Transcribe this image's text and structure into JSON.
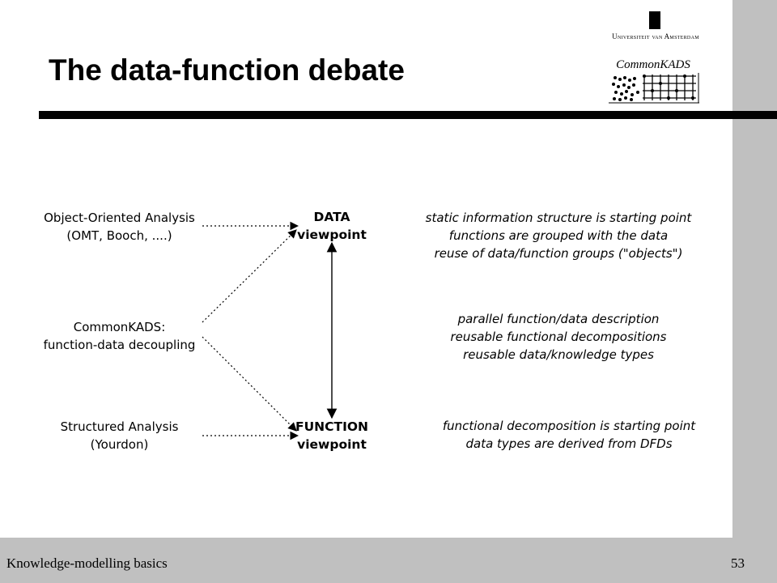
{
  "slide": {
    "title": "The data-function debate",
    "logos": {
      "university": "Universiteit van Amsterdam",
      "commonkads": "CommonKADS"
    }
  },
  "diagram": {
    "sources": {
      "ooa": [
        "Object-Oriented Analysis",
        "(OMT, Booch, ....)"
      ],
      "commonkads": [
        "CommonKADS:",
        "function-data decoupling"
      ],
      "sa": [
        "Structured Analysis",
        "(Yourdon)"
      ]
    },
    "viewpoints": {
      "data": [
        "DATA",
        "viewpoint"
      ],
      "function": [
        "FUNCTION",
        "viewpoint"
      ]
    },
    "descriptions": {
      "ooa": [
        "static information structure is starting point",
        "functions are grouped with the data",
        "reuse of data/function groups (\"objects\")"
      ],
      "commonkads": [
        "parallel function/data description",
        "reusable functional decompositions",
        "reusable data/knowledge types"
      ],
      "sa": [
        "functional decomposition is starting point",
        "data types are derived from DFDs"
      ]
    }
  },
  "footer": {
    "course": "Knowledge-modelling basics",
    "page_number": "53"
  }
}
